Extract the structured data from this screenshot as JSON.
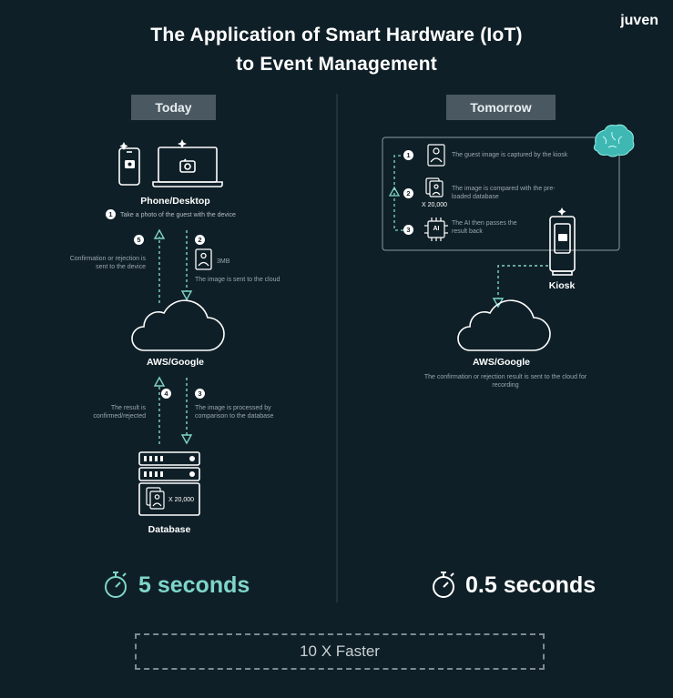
{
  "header": {
    "title_line1": "The Application of Smart Hardware (IoT)",
    "title_line2": "to Event Management",
    "brand": "juven"
  },
  "today": {
    "tab_label": "Today",
    "device_label": "Phone/Desktop",
    "step1": "Take a photo of the guest with the device",
    "step2_size": "3MB",
    "step2": "The image is sent to the cloud",
    "step5": "Confirmation or rejection is sent to the device",
    "cloud_label": "AWS/Google",
    "step3": "The image is processed by comparison to the database",
    "step4": "The result is confirmed/rejected",
    "database_count": "X 20,000",
    "database_label": "Database",
    "time": "5 seconds"
  },
  "tomorrow": {
    "tab_label": "Tomorrow",
    "step1": "The guest image is captured by the kiosk",
    "step2": "The image is compared with the pre-loaded database",
    "step2_count": "X 20,000",
    "step3": "The AI then passes the result back",
    "ai_icon_text": "AI",
    "kiosk_label": "Kiosk",
    "cloud_label": "AWS/Google",
    "cloud_caption": "The confirmation or rejection result is sent to the cloud for recording",
    "time": "0.5 seconds"
  },
  "step_numbers": {
    "n1": "1",
    "n2": "2",
    "n3": "3",
    "n4": "4",
    "n5": "5"
  },
  "footer": {
    "faster": "10 X Faster"
  },
  "colors": {
    "background": "#0f1f27",
    "accent": "#7fd6c8",
    "panel": "#4a5862",
    "brain": "#4fc4c0"
  }
}
